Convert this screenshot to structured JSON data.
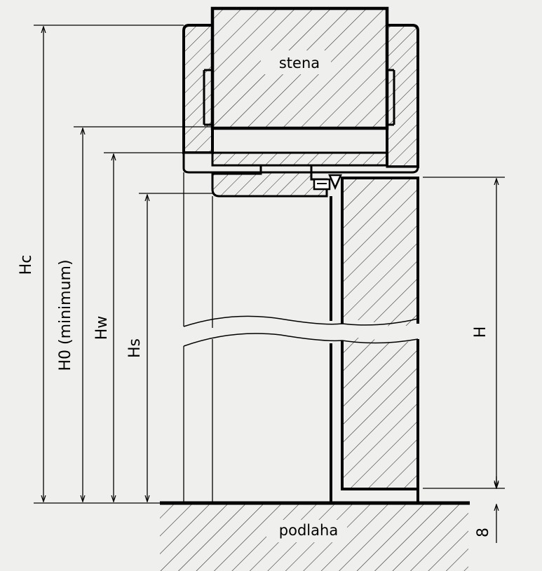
{
  "labels": {
    "wall": "stena",
    "floor": "podlaha",
    "hc": "Hc",
    "h0": "H0 (minimum)",
    "hw": "Hw",
    "hs": "Hs",
    "h": "H",
    "gap": "8"
  },
  "colors": {
    "background": "#efefed",
    "line": "#000000"
  }
}
